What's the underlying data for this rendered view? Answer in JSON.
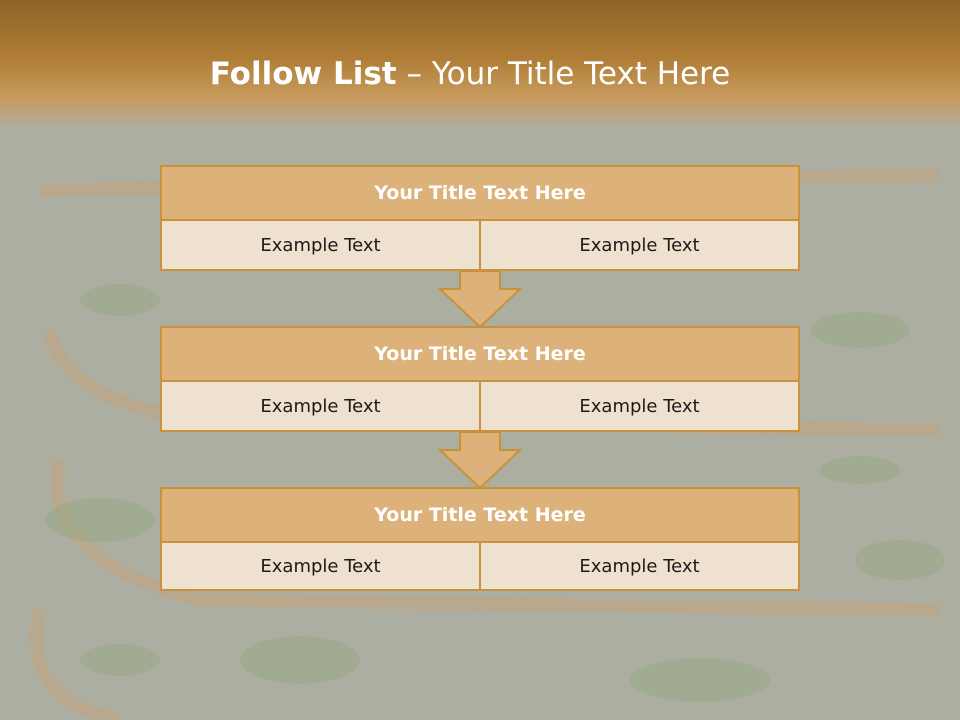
{
  "title": {
    "bold": "Follow List",
    "rest": " – Your Title Text Here"
  },
  "steps": [
    {
      "heading": "Your Title Text Here",
      "left": "Example Text",
      "right": "Example Text"
    },
    {
      "heading": "Your Title Text Here",
      "left": "Example Text",
      "right": "Example Text"
    },
    {
      "heading": "Your Title Text Here",
      "left": "Example Text",
      "right": "Example Text"
    }
  ],
  "colors": {
    "header": "#b07d36",
    "box_fill": "#dcb27a",
    "cell_fill": "#efe1d0",
    "border": "#c8923a"
  }
}
